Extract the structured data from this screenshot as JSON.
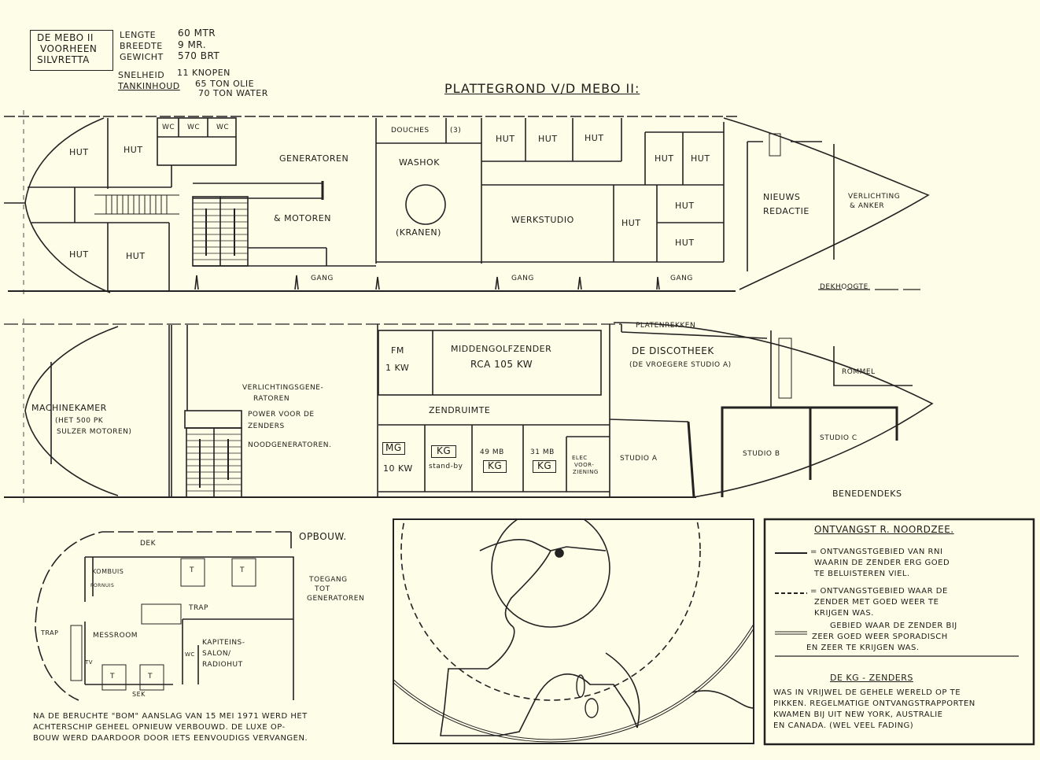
{
  "header": {
    "ship_box": [
      "DE MEBO II",
      "VOORHEEN",
      "SILVRETTA"
    ],
    "specs": [
      {
        "label": "LENGTE",
        "value": "60 MTR"
      },
      {
        "label": "BREEDTE",
        "value": "9 MR."
      },
      {
        "label": "GEWICHT",
        "value": "570 BRT"
      }
    ],
    "speed": {
      "label": "SNELHEID",
      "value": "11 KNOPEN"
    },
    "tank": {
      "label": "TANKINHOUD",
      "values": [
        "65 TON OLIE",
        "70 TON WATER"
      ]
    },
    "title": "PLATTEGROND v/d MEBO II:"
  },
  "deck": {
    "rooms": {
      "hut": "HUT",
      "wc": "WC",
      "generatoren": "GENERATOREN",
      "motoren": "& MOTOREN",
      "douches": "DOUCHES",
      "douches_count": "(3)",
      "washok": "WASHOK",
      "kranen": "(KRANEN)",
      "werkstudio": "WERKSTUDIO",
      "nieuws": [
        "NIEUWS",
        "REDACTIE"
      ],
      "verlichting": [
        "VERLICHTING",
        "& ANKER"
      ],
      "gang": "GANG"
    },
    "level_label": "DEKHOOGTE"
  },
  "lower": {
    "platenrekken": "PLATENREKKEN",
    "machinekamer": [
      "MACHINEKAMER",
      "(HET 500 PK",
      "SULZER MOTOREN)"
    ],
    "generators": [
      "VERLICHTINGSGENE-",
      "RATOREN",
      "POWER VOOR DE",
      "ZENDERS",
      "NOODGENERATOREN."
    ],
    "fm": [
      "FM",
      "1 KW"
    ],
    "mw": [
      "MIDDENGOLFZENDER",
      "RCA 105 KW"
    ],
    "zendruimte": "ZENDRUIMTE",
    "transmitters": [
      {
        "badge": "MG",
        "sub": "10 KW",
        "top": ""
      },
      {
        "badge": "KG",
        "sub": "stand-by",
        "top": ""
      },
      {
        "badge": "KG",
        "sub": "",
        "top": "49 MB"
      },
      {
        "badge": "KG",
        "sub": "",
        "top": "31 MB"
      }
    ],
    "elec": [
      "ELEC",
      "VOOR-",
      "ZIENING"
    ],
    "discotheek": [
      "DE DISCOTHEEK",
      "(DE VROEGERE STUDIO A)"
    ],
    "rommel": "ROMMEL",
    "studio_a": "STUDIO A",
    "studio_b": "STUDIO B",
    "studio_c": "STUDIO C",
    "level_label": "BENEDENDEKS"
  },
  "superstructure": {
    "title": "OPBOUW.",
    "dek": "DEK",
    "kombuis": "KOMBUIS",
    "fornuis": "FORNUIS",
    "table": "T",
    "trap": "TRAP",
    "messroom": "MESSROOM",
    "wc": "WC",
    "kapitein": [
      "KAPITEINS-",
      "SALON/",
      "RADIOHUT"
    ],
    "toegang": [
      "TOEGANG",
      "TOT",
      "GENERATOREN"
    ],
    "tv": "TV",
    "sek": "SEK"
  },
  "footnote": [
    "NA DE BERUCHTE \"BOM\" AANSLAG VAN 15 MEI 1971 WERD HET",
    "ACHTERSCHIP GEHEEL OPNIEUW VERBOUWD. DE LUXE OP-",
    "BOUW WERD DAARDOOR DOOR IETS EENVOUDIGS VERVANGEN."
  ],
  "legend": {
    "title": "ONTVANGST R. NOORDZEE.",
    "items": [
      {
        "style": "solid",
        "text": [
          "= ONTVANGSTGEBIED VAN RNI",
          "WAARIN DE ZENDER ERG GOED",
          "TE BELUISTEREN VIEL."
        ]
      },
      {
        "style": "dashed",
        "text": [
          "= ONTVANGSTGEBIED WAAR DE",
          "ZENDER MET GOED WEER TE",
          "KRIJGEN WAS."
        ]
      },
      {
        "style": "double",
        "text": [
          "GEBIED WAAR DE ZENDER BIJ",
          "ZEER GOED WEER SPORADISCH",
          "EN ZEER TE KRIJGEN WAS."
        ]
      }
    ],
    "kg_title": "DE KG - ZENDERS",
    "kg_text": [
      "WAS IN VRIJWEL DE GEHELE WERELD OP TE",
      "PIKKEN. REGELMATIGE ONTVANGSTRAPPORTEN",
      "KWAMEN BIJ UIT NEW YORK, AUSTRALIE",
      "EN CANADA. (WEL VEEL FADING)"
    ]
  }
}
